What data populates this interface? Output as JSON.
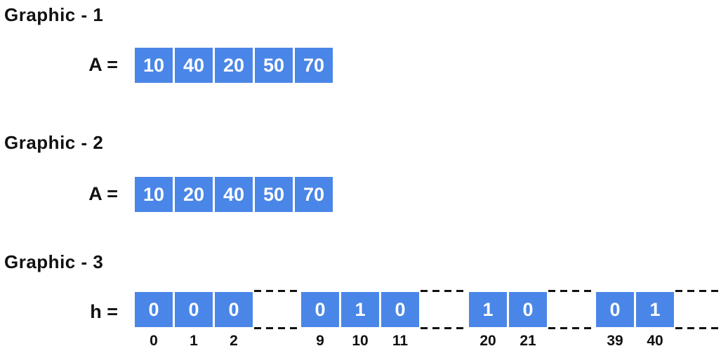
{
  "colors": {
    "cell_blue": "#4A86E8",
    "cell_text": "#FFFFFF",
    "label_text": "#111111"
  },
  "graphic1": {
    "title": "Graphic - 1",
    "label": "A =",
    "values": [
      "10",
      "40",
      "20",
      "50",
      "70"
    ]
  },
  "graphic2": {
    "title": "Graphic - 2",
    "label": "A =",
    "values": [
      "10",
      "20",
      "40",
      "50",
      "70"
    ]
  },
  "graphic3": {
    "title": "Graphic - 3",
    "label": "h =",
    "groups": [
      {
        "values": [
          "0",
          "0",
          "0"
        ],
        "indices": [
          "0",
          "1",
          "2"
        ]
      },
      {
        "values": [
          "0",
          "1",
          "0"
        ],
        "indices": [
          "9",
          "10",
          "11"
        ]
      },
      {
        "values": [
          "1",
          "0"
        ],
        "indices": [
          "20",
          "21"
        ]
      },
      {
        "values": [
          "0",
          "1"
        ],
        "indices": [
          "39",
          "40"
        ]
      }
    ]
  }
}
